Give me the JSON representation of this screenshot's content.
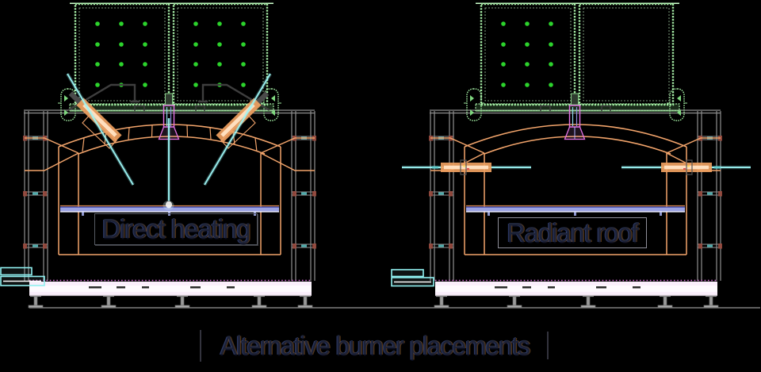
{
  "page": {
    "background": "#000000"
  },
  "diagram": {
    "left_furnace": {
      "label": "Direct heating"
    },
    "right_furnace": {
      "label": "Radiant roof"
    },
    "caption": "Alternative burner placements"
  },
  "colors": {
    "panel_frame_green": "#a6eda6",
    "burner_dot_green": "#2cd32c",
    "steel_gray": "#8f8f8f",
    "duct_dark_gray": "#3e3e3e",
    "refractory_orange": "#f2a46b",
    "burner_body_orange": "#ef9f5f",
    "flame_cyan": "#8ef0f0",
    "hearth_blue": "#9aa2e2",
    "hearth_blue_dark": "#5058c0",
    "foundation_pink_fill": "#faeefb",
    "foundation_magenta_dots": "#e070e0",
    "flue_magenta": "#e673e6",
    "tie_brown": "#9a4a3e",
    "tie_teal": "#57c8c8",
    "label_text_dark": "#1d2236"
  }
}
